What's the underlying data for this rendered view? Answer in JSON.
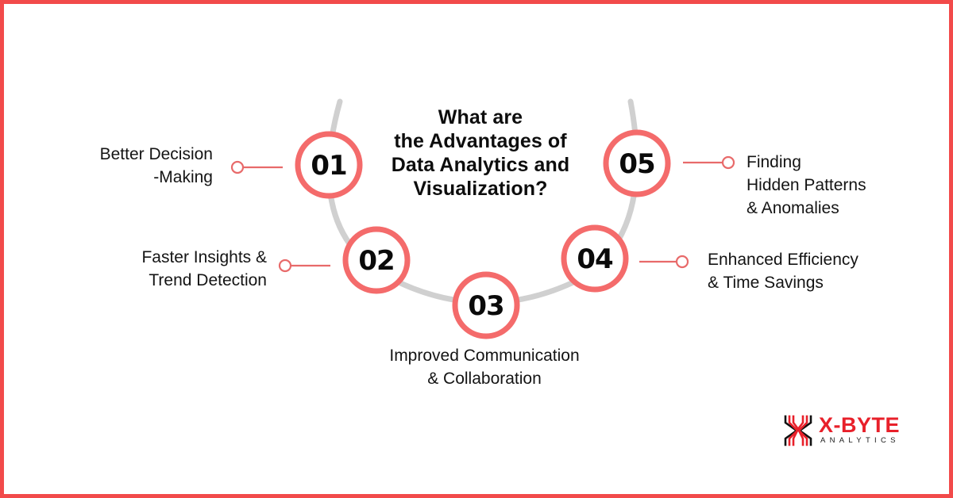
{
  "title": {
    "lines": [
      "What are",
      "the Advantages of",
      "Data Analytics and",
      "Visualization?"
    ]
  },
  "colors": {
    "border": "#f24a4a",
    "ring": "#f46b6b",
    "arc": "#d0d0d0",
    "connector": "#e86a6a",
    "text": "#141414",
    "logo_red": "#e8202a"
  },
  "items": [
    {
      "number": "01",
      "lines": [
        "Better Decision",
        "-Making"
      ]
    },
    {
      "number": "02",
      "lines": [
        "Faster Insights &",
        "Trend Detection"
      ]
    },
    {
      "number": "03",
      "lines": [
        "Improved Communication",
        "& Collaboration"
      ]
    },
    {
      "number": "04",
      "lines": [
        "Enhanced Efficiency",
        "& Time Savings"
      ]
    },
    {
      "number": "05",
      "lines": [
        "Finding",
        "Hidden Patterns",
        "& Anomalies"
      ]
    }
  ],
  "logo": {
    "icon": "x-byte-logo-icon",
    "name": "X-BYTE",
    "tagline": "ANALYTICS"
  }
}
